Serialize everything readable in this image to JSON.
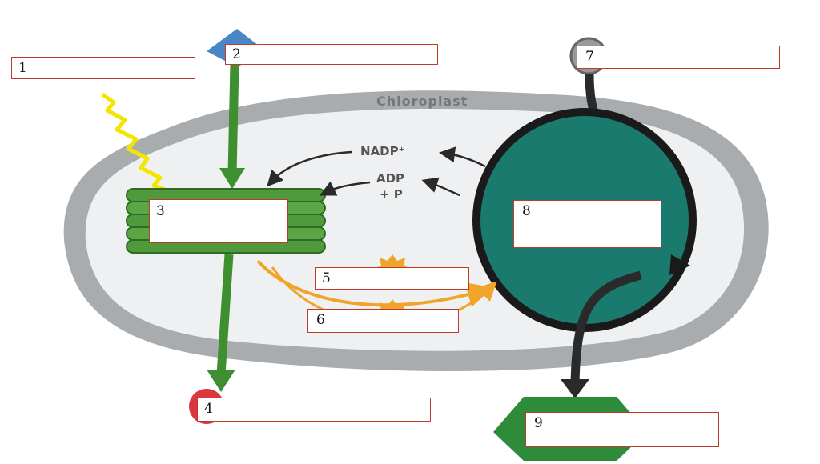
{
  "diagram": {
    "organelle_label": "Chloroplast",
    "molecules": {
      "nadp": "NADP⁺",
      "adp": "ADP",
      "plus_p": "+ P"
    },
    "labels": [
      {
        "number": "1"
      },
      {
        "number": "2"
      },
      {
        "number": "3"
      },
      {
        "number": "4"
      },
      {
        "number": "5"
      },
      {
        "number": "6"
      },
      {
        "number": "7"
      },
      {
        "number": "8"
      },
      {
        "number": "9"
      }
    ]
  },
  "colors": {
    "membrane": "#a9acaf",
    "stroma": "#eef0f2",
    "thylakoid": "#4f9a3c",
    "cycle": "#1b7a6e",
    "arrow_dark": "#2a2a2a",
    "arrow_green": "#3d8f2f",
    "box_border": "#c0392b",
    "light": "#f2e600",
    "water": "#4a86c5",
    "oxygen": "#d9363e",
    "sugar": "#2e8b3a",
    "co2": "#9a9a9a",
    "atp_nadph": "#f0a52a"
  }
}
